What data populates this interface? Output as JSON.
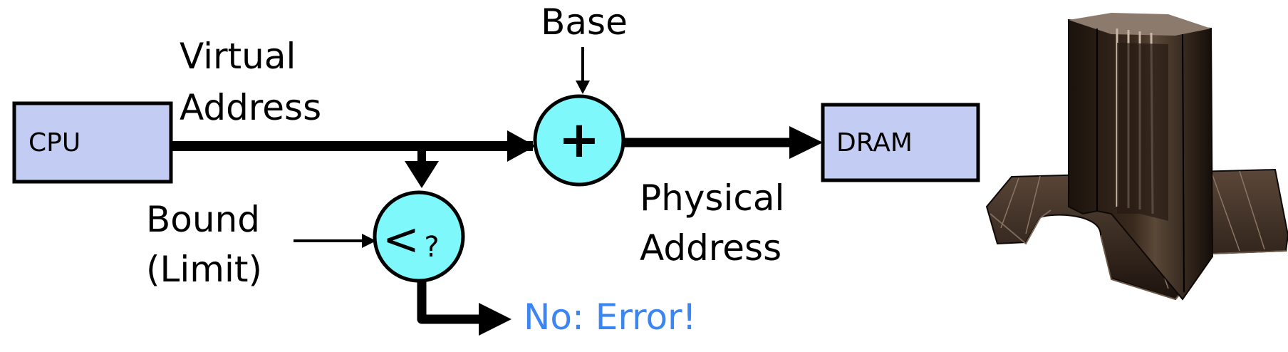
{
  "nodes": {
    "cpu": {
      "label": "CPU"
    },
    "dram": {
      "label": "DRAM"
    },
    "adder": {
      "symbol": "+"
    },
    "comparator": {
      "symbol": "<",
      "symbol_small": "?"
    }
  },
  "labels": {
    "base": "Base",
    "virtual_line1": "Virtual",
    "virtual_line2": "Address",
    "bound_line1": "Bound",
    "bound_line2": "(Limit)",
    "physical_line1": "Physical",
    "physical_line2": "Address",
    "error": "No: Error!"
  },
  "colors": {
    "box_fill": "#c3cdf4",
    "circle_fill": "#7ff8fb",
    "error_text": "#3b86f3",
    "stroke": "#000000"
  },
  "image": {
    "name": "cray-supercomputer-photo"
  }
}
